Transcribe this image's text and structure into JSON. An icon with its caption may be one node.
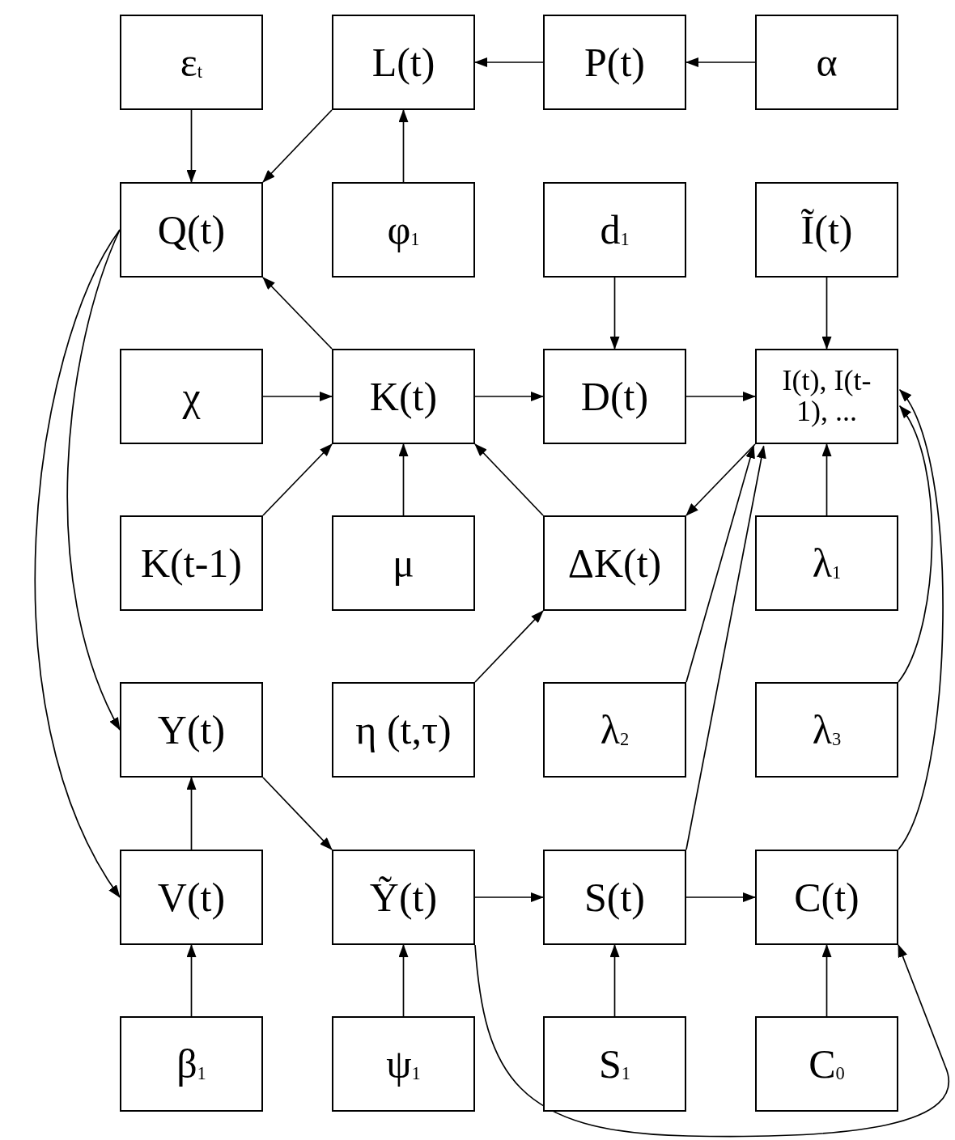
{
  "diagram": {
    "nodes": [
      {
        "text": [
          "ε$_{t}$"
        ]
      },
      {
        "text": [
          "L(t)"
        ]
      },
      {
        "text": [
          "P(t)"
        ]
      },
      {
        "text": [
          "α"
        ]
      },
      {
        "text": [
          "Q(t)"
        ]
      },
      {
        "text": [
          "φ$_{1}$"
        ]
      },
      {
        "text": [
          "d$_{1}$"
        ]
      },
      {
        "text": [
          "Ĩ(t)"
        ]
      },
      {
        "text": [
          "χ"
        ]
      },
      {
        "text": [
          "K(t)"
        ]
      },
      {
        "text": [
          "D(t)"
        ]
      },
      {
        "text": [
          "I(t), I(t-1), ..."
        ]
      },
      {
        "text": [
          "K(t-1)"
        ]
      },
      {
        "text": [
          "μ"
        ]
      },
      {
        "text": [
          "ΔK(t)"
        ]
      },
      {
        "text": [
          "λ$_{1}$"
        ]
      },
      {
        "text": [
          "Y(t)"
        ]
      },
      {
        "text": [
          "η (t,τ)"
        ]
      },
      {
        "text": [
          "λ$_{2}$"
        ]
      },
      {
        "text": [
          "λ$_{3}$"
        ]
      },
      {
        "text": [
          "V(t)"
        ]
      },
      {
        "text": [
          "Ỹ(t)"
        ]
      },
      {
        "text": [
          "S(t)"
        ]
      },
      {
        "text": [
          "C(t)"
        ]
      },
      {
        "text": [
          "β$_{1}$"
        ]
      },
      {
        "text": [
          "ψ$_{1}$"
        ]
      },
      {
        "text": [
          "S$_{1}$"
        ]
      },
      {
        "text": [
          "C$_{0}$"
        ]
      }
    ],
    "edges": [
      {
        "from": 2,
        "to": 1,
        "arrow": "to"
      },
      {
        "from": 3,
        "to": 2,
        "arrow": "to"
      },
      {
        "from": 0,
        "to": 4,
        "arrow": "to"
      },
      {
        "from": 1,
        "to": 4,
        "arrow": "to"
      },
      {
        "from": 5,
        "to": 1,
        "arrow": "to"
      },
      {
        "from": 6,
        "to": 10,
        "arrow": "to"
      },
      {
        "from": 7,
        "to": 11,
        "arrow": "to"
      },
      {
        "from": 8,
        "to": 9,
        "arrow": "to"
      },
      {
        "from": 9,
        "to": 10,
        "arrow": "to"
      },
      {
        "from": 10,
        "to": 11,
        "arrow": "to"
      },
      {
        "from": 9,
        "to": 4,
        "arrow": "to"
      },
      {
        "from": 12,
        "to": 9,
        "arrow": "to"
      },
      {
        "from": 13,
        "to": 9,
        "arrow": "to"
      },
      {
        "from": 14,
        "to": 9,
        "arrow": "to"
      },
      {
        "from": 11,
        "to": 14,
        "arrow": "to"
      },
      {
        "from": 15,
        "to": 11,
        "arrow": "to"
      },
      {
        "from": 17,
        "to": 14,
        "arrow": "to"
      },
      {
        "from": 18,
        "to": 11,
        "arrow": "to"
      },
      {
        "from": 22,
        "to": 11,
        "arrow": "to"
      },
      {
        "from": 19,
        "to": 11,
        "arrow": "to"
      },
      {
        "from": 23,
        "to": 11,
        "arrow": "to"
      },
      {
        "from": 4,
        "to": 16,
        "arrow": "to"
      },
      {
        "from": 4,
        "to": 20,
        "arrow": "to"
      },
      {
        "from": 20,
        "to": 16,
        "arrow": "to"
      },
      {
        "from": 16,
        "to": 21,
        "arrow": "to"
      },
      {
        "from": 24,
        "to": 20,
        "arrow": "to"
      },
      {
        "from": 25,
        "to": 21,
        "arrow": "to"
      },
      {
        "from": 21,
        "to": 22,
        "arrow": "to"
      },
      {
        "from": 22,
        "to": 23,
        "arrow": "to"
      },
      {
        "from": 26,
        "to": 22,
        "arrow": "to"
      },
      {
        "from": 27,
        "to": 23,
        "arrow": "to"
      },
      {
        "from": 21,
        "to": 23,
        "arrow": "to"
      }
    ]
  }
}
